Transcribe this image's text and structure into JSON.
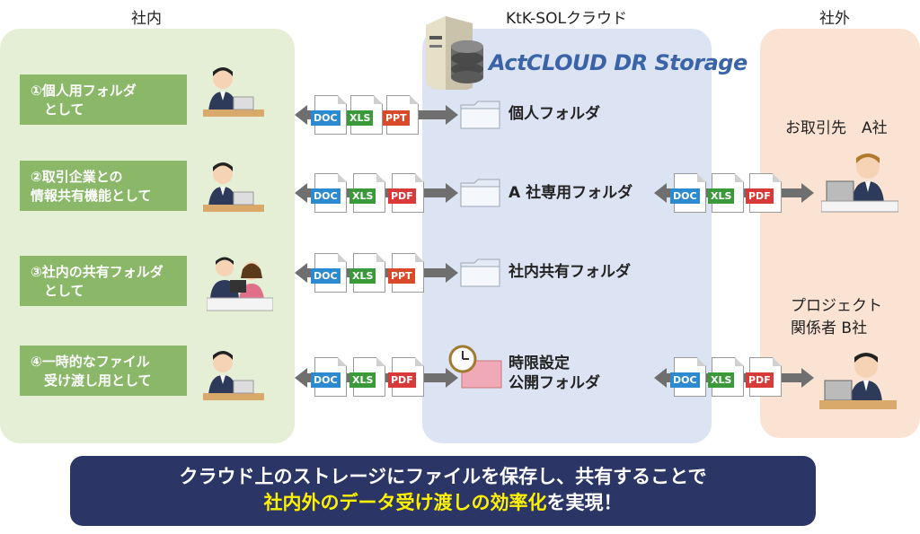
{
  "zones": {
    "internal": "社内",
    "cloud": "KtK-SOLクラウド",
    "external": "社外"
  },
  "cloud_product": "ActCLOUD DR Storage",
  "rows": [
    {
      "use_line1": "①個人用フォルダ",
      "use_line2": "　として",
      "folder": "個人フォルダ",
      "files": [
        "DOC",
        "XLS",
        "PPT"
      ]
    },
    {
      "use_line1": "②取引企業との",
      "use_line2": "情報共有機能として",
      "folder": "A 社専用フォルダ",
      "files": [
        "DOC",
        "XLS",
        "PDF"
      ]
    },
    {
      "use_line1": "③社内の共有フォルダ",
      "use_line2": "　として",
      "folder": "社内共有フォルダ",
      "files": [
        "DOC",
        "XLS",
        "PPT"
      ]
    },
    {
      "use_line1": "④一時的なファイル",
      "use_line2": "　受け渡し用として",
      "folder_line1": "時限設定",
      "folder_line2": "公開フォルダ",
      "files": [
        "DOC",
        "XLS",
        "PDF"
      ]
    }
  ],
  "external": {
    "client_a": "お取引先　A社",
    "project_b_line1": "プロジェクト",
    "project_b_line2": "関係者 B社",
    "files": [
      "DOC",
      "XLS",
      "PDF"
    ]
  },
  "banner": {
    "line1": "クラウド上のストレージにファイルを保存し、共有することで",
    "line2_highlight": "社内外のデータ受け渡しの効率化",
    "line2_rest": "を実現！"
  },
  "file_colors": {
    "DOC": "#2b8ad0",
    "XLS": "#3a9a3a",
    "PPT": "#d84a2a",
    "PDF": "#d83a3a"
  }
}
